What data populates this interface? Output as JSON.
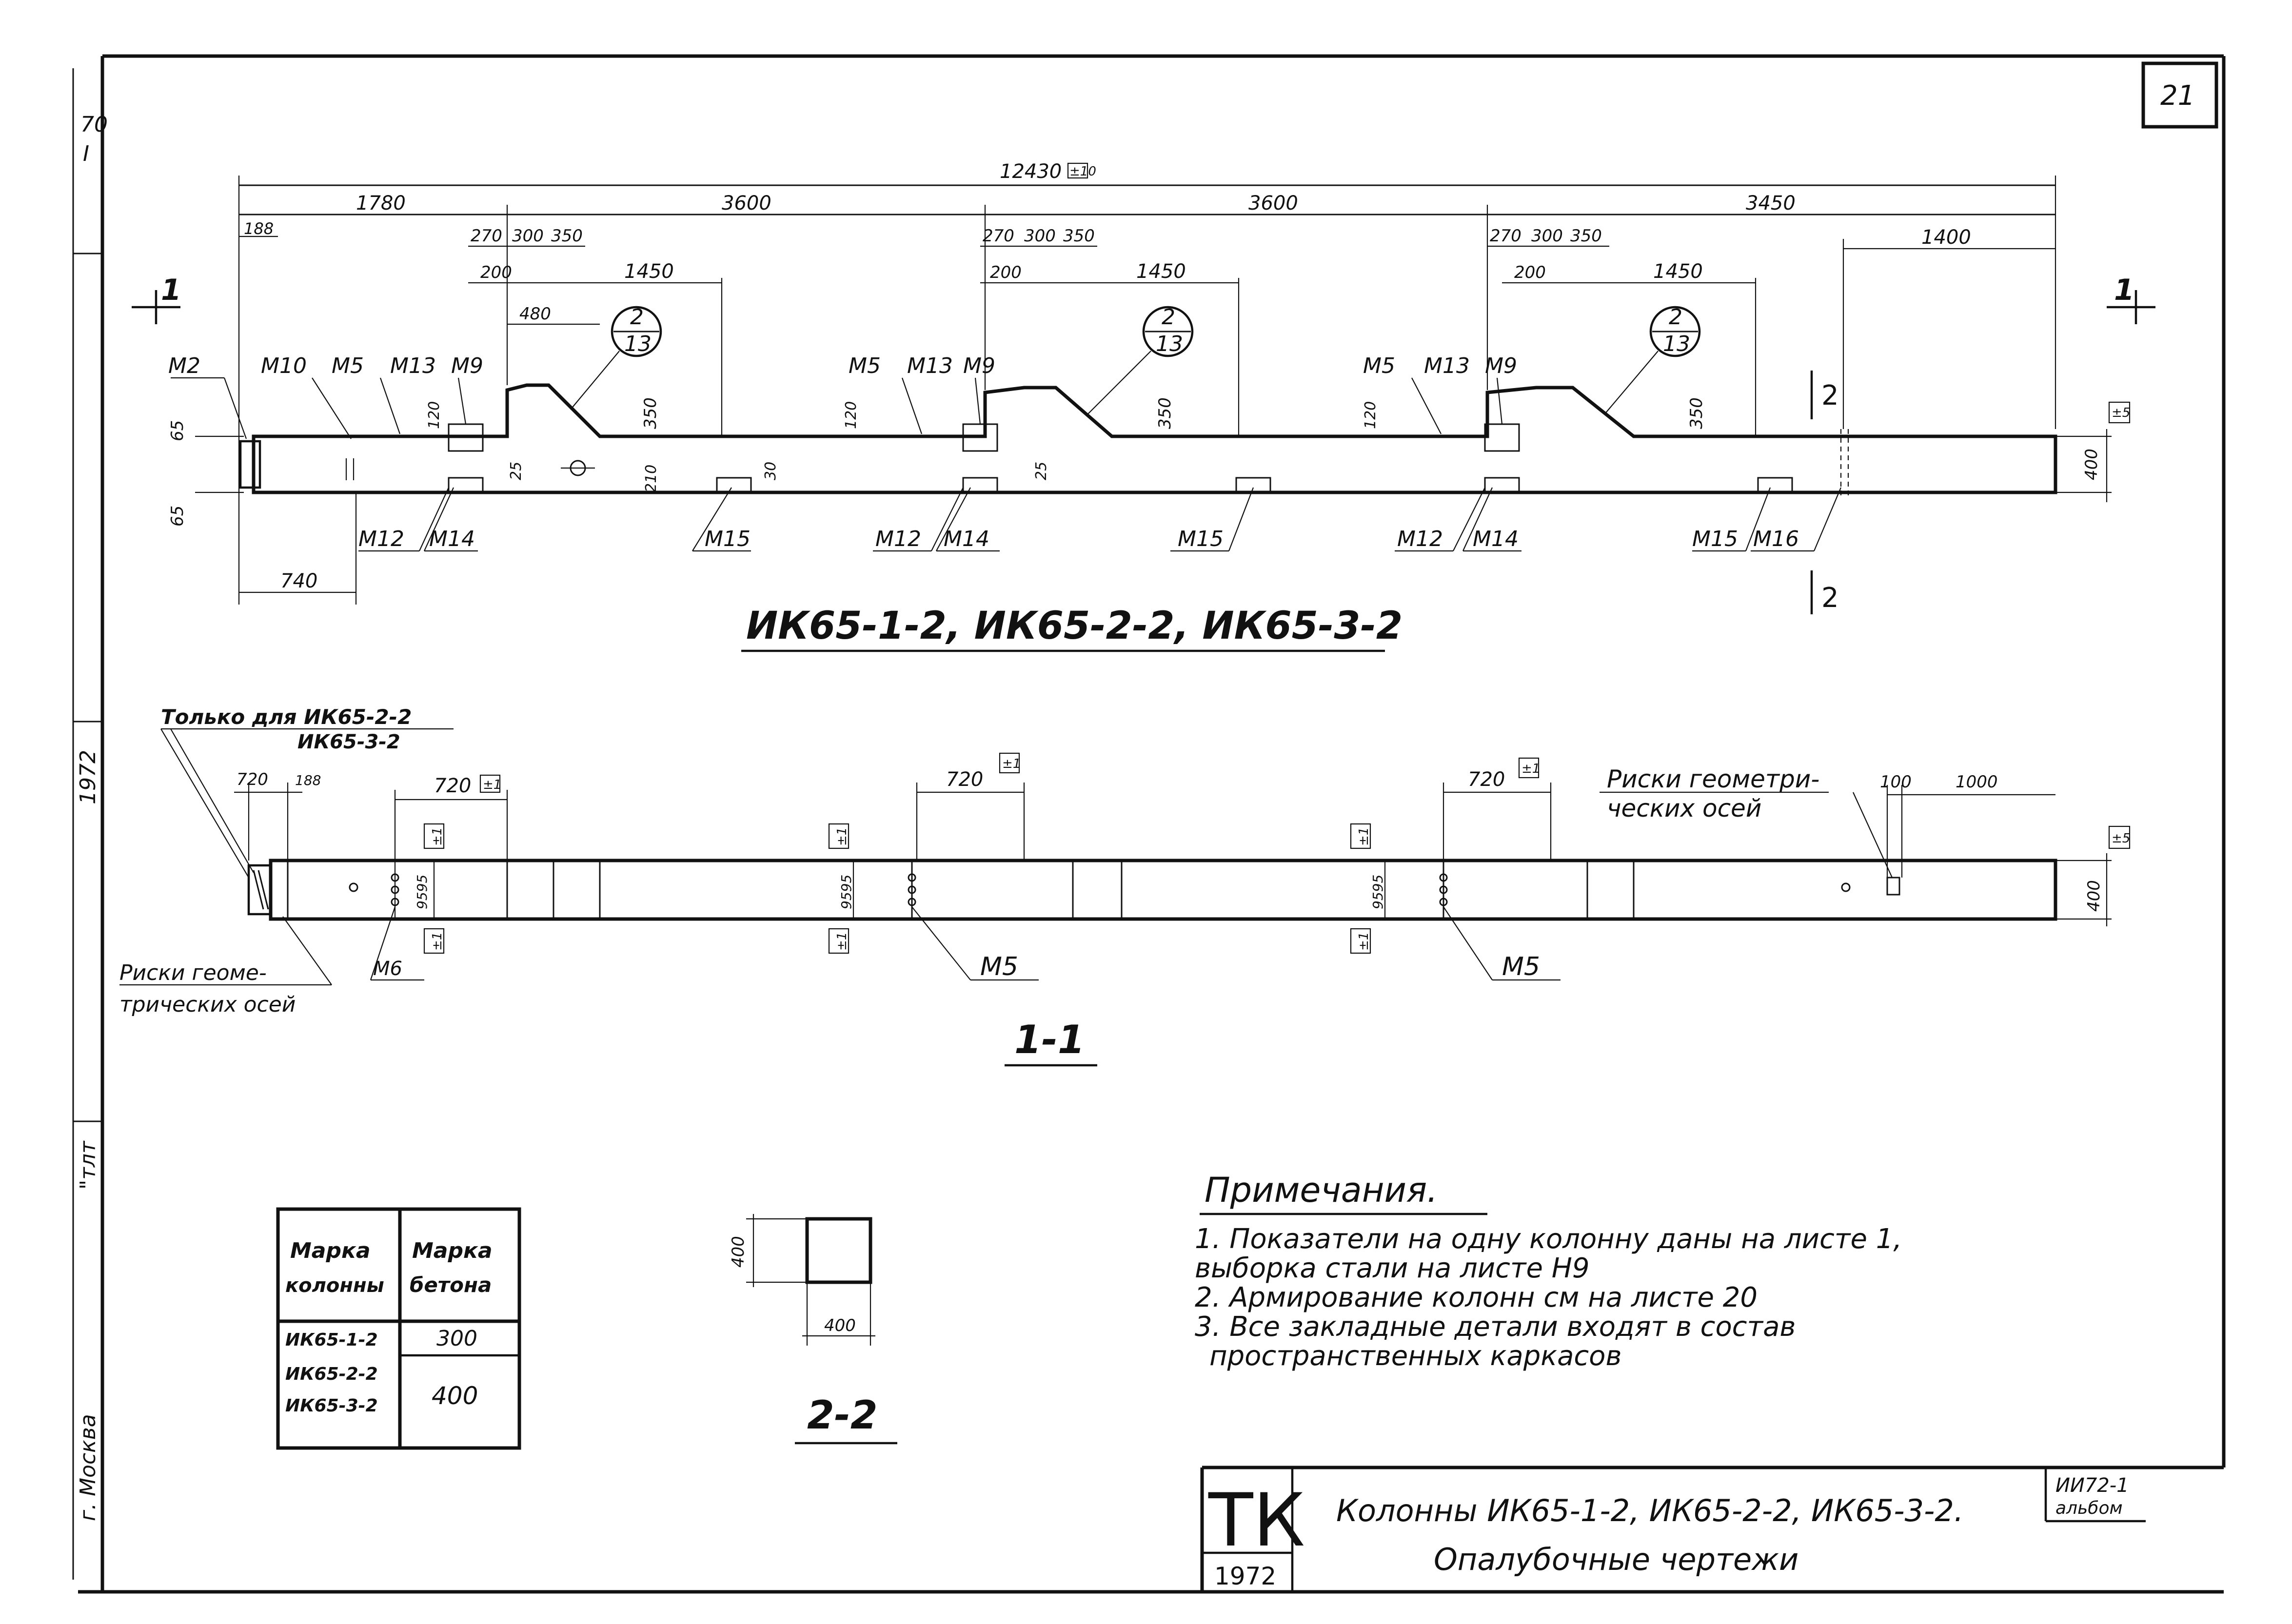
{
  "sheet": {
    "number": "21",
    "left_margin": {
      "top": "70",
      "top2": "I",
      "year": "1972",
      "mid": "\"тлт",
      "city": "г. Москва"
    }
  },
  "elevation": {
    "title": "ИК65-1-2, ИК65-2-2, ИК65-3-2",
    "dims": {
      "overall": "12430",
      "overall_tol": "±10",
      "bay1": "1780",
      "bay2": "3600",
      "bay3": "3600",
      "bay4": "3450",
      "d_188": "188",
      "d_1400": "1400",
      "d_270": "270",
      "d_300": "300",
      "d_350": "350",
      "d_200": "200",
      "d_1450": "1450",
      "d_480": "480",
      "h_65": "65",
      "h_120": "120",
      "h_350": "350",
      "h_25": "25",
      "h_210": "210",
      "h_30": "30",
      "h_400": "400",
      "tol5": "±5",
      "d_740": "740"
    },
    "callout": {
      "num": "2",
      "den": "13"
    },
    "section_cut": "1",
    "section_cut2": "2",
    "parts": {
      "m2": "М2",
      "m10": "М10",
      "m5": "М5",
      "m13": "М13",
      "m9": "М9",
      "m12": "М12",
      "m14": "М14",
      "m15": "М15",
      "m16": "М16"
    }
  },
  "plan": {
    "title": "1-1",
    "only_for": "Только для ИК65-2-2",
    "only_for2": "ИК65-3-2",
    "risks_left_1": "Риски геоме-",
    "risks_left_2": "трических осей",
    "risks_right_1": "Риски геометри-",
    "risks_right_2": "ческих осей",
    "dims": {
      "d_720": "720",
      "d_188": "188",
      "tol1": "±1",
      "tol_rot": "±1",
      "d_100": "100",
      "d_1000": "1000",
      "h_400": "400",
      "tol5": "±5",
      "gaps": "9595"
    },
    "parts": {
      "m6": "М6",
      "m5": "М5"
    }
  },
  "section22": {
    "title": "2-2",
    "w": "400",
    "h": "400"
  },
  "table": {
    "col1_line1": "Марка",
    "col1_line2": "колонны",
    "col2_line1": "Марка",
    "col2_line2": "бетона",
    "row1_mark": "ИК65-1-2",
    "row1_value": "300",
    "row2_mark": "ИК65-2-2",
    "row3_mark": "ИК65-3-2",
    "row23_value": "400"
  },
  "notes": {
    "heading": "Примечания.",
    "n1_line1": "1. Показатели на одну колонну даны на листе 1,",
    "n1_line2": "выборка стали на листе Н9",
    "n2": "2. Армирование колонн см на листе 20",
    "n3_line1": "3. Все закладные детали входят в состав",
    "n3_line2": "пространственных каркасов"
  },
  "title_block": {
    "logo": "ТК",
    "year": "1972",
    "line1": "Колонны ИК65-1-2, ИК65-2-2, ИК65-3-2.",
    "line2": "Опалубочные чертежи",
    "code1": "ИИ72-1",
    "code2": "альбом"
  }
}
